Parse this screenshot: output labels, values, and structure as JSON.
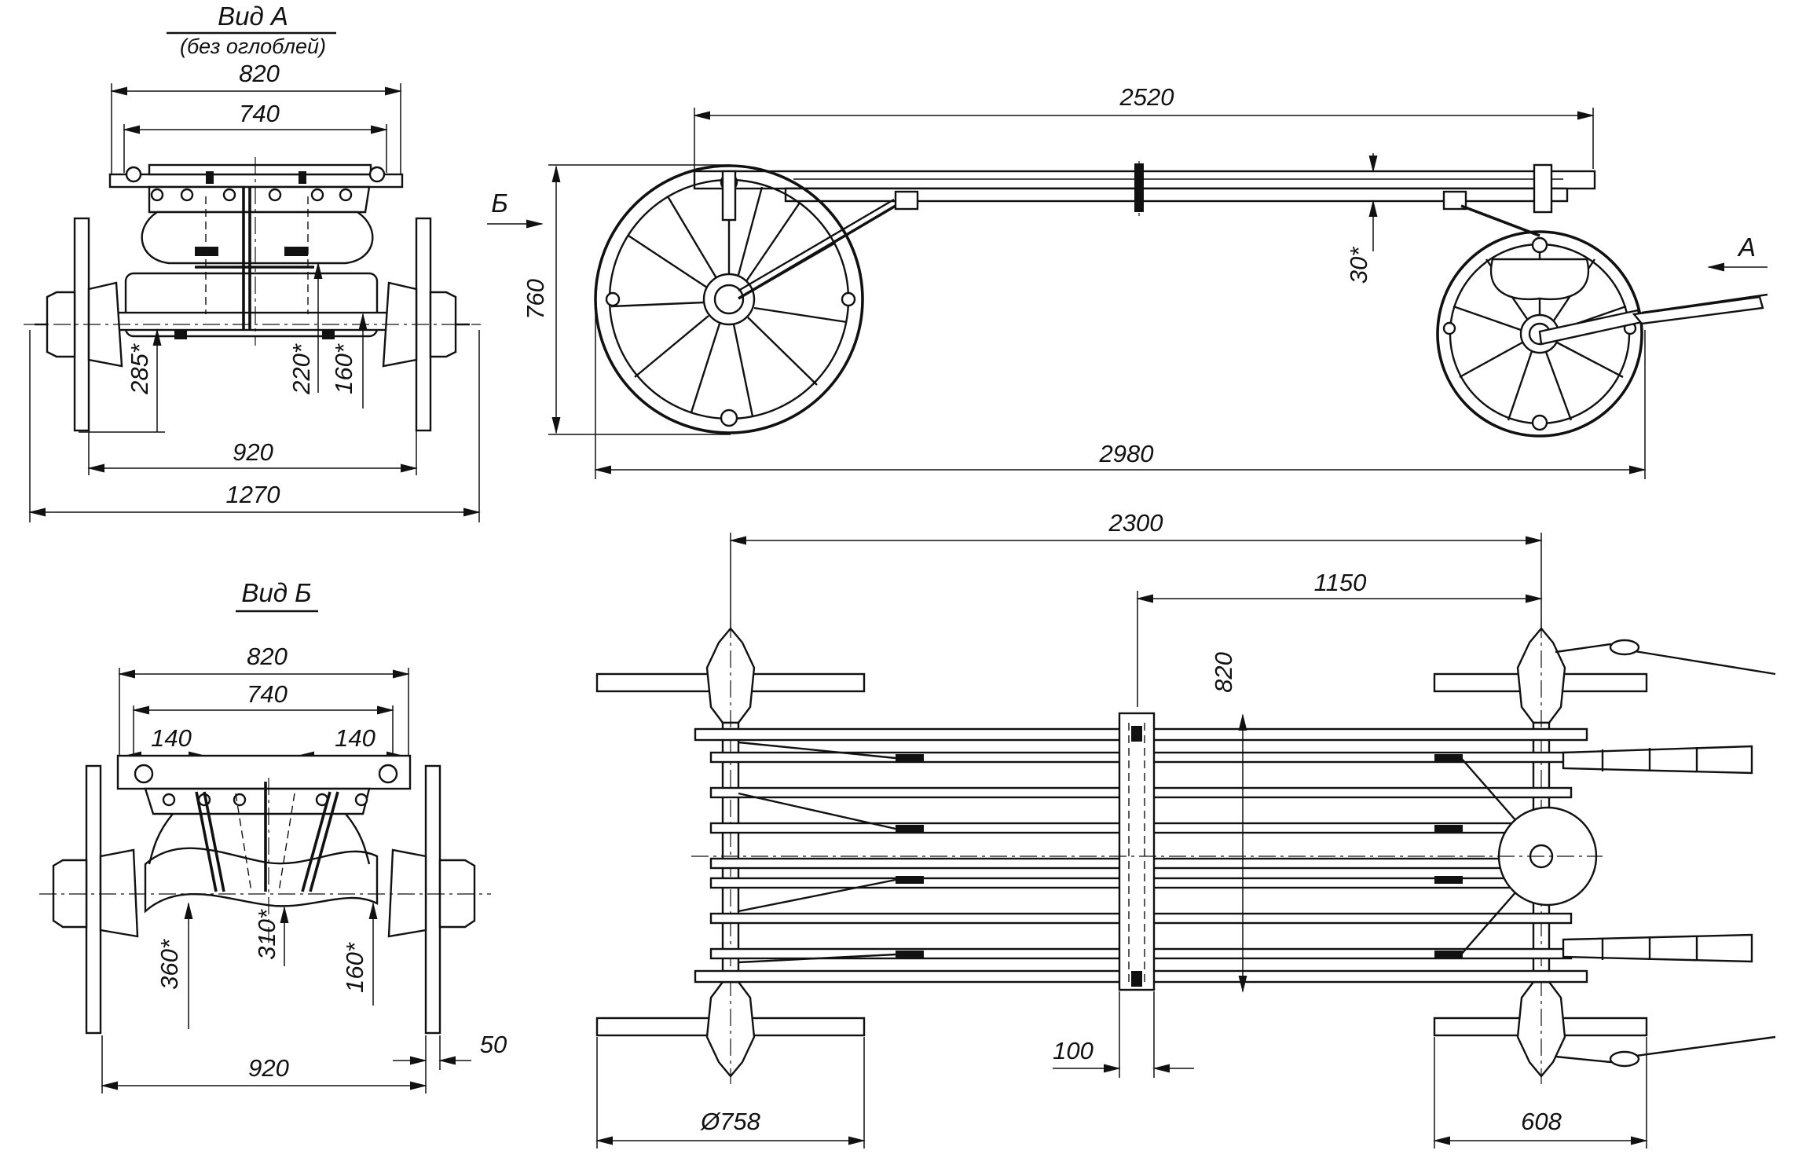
{
  "views": {
    "view_a": {
      "title": "Вид А",
      "subtitle": "(без оглоблей)"
    },
    "view_b": {
      "title": "Вид Б"
    }
  },
  "arrows": {
    "view_a_arrow": "А",
    "view_b_arrow": "Б"
  },
  "dimensions": {
    "view_a_820": "820",
    "view_a_740": "740",
    "view_a_285": "285*",
    "view_a_220": "220*",
    "view_a_160": "160*",
    "view_a_920": "920",
    "view_a_1270": "1270",
    "view_b_820": "820",
    "view_b_740": "740",
    "view_b_140_left": "140",
    "view_b_140_right": "140",
    "view_b_360": "360*",
    "view_b_310": "310*",
    "view_b_160": "160*",
    "view_b_920": "920",
    "view_b_50": "50",
    "side_2520": "2520",
    "side_760": "760",
    "side_30": "30*",
    "side_2980": "2980",
    "top_2300": "2300",
    "top_1150": "1150",
    "top_820": "820",
    "top_100": "100",
    "top_758": "Ø758",
    "top_608": "608"
  }
}
